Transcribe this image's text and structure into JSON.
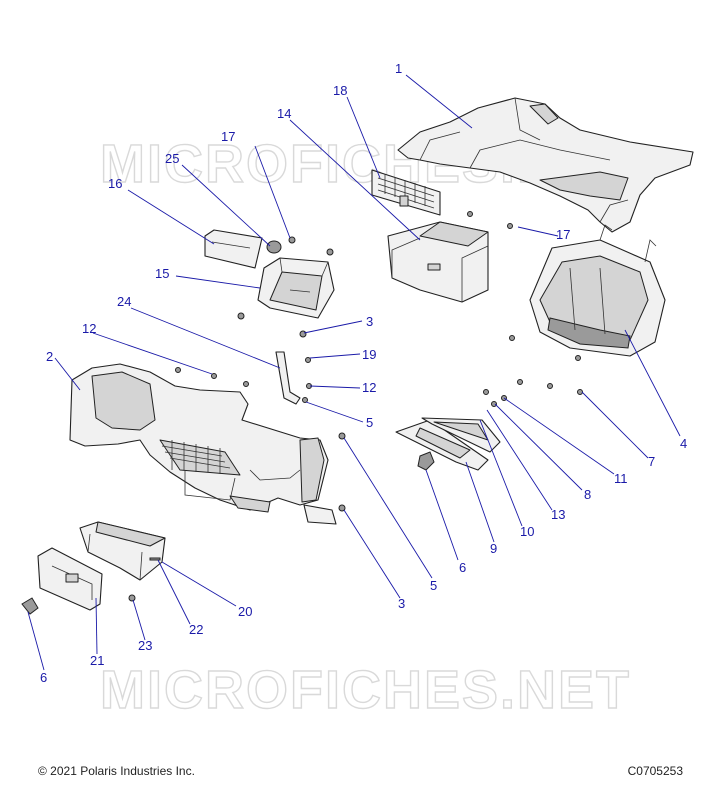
{
  "watermark": "MICROFICHES.NET",
  "footer": {
    "copyright": "© 2021 Polaris Industries Inc.",
    "figure_code": "C0705253"
  },
  "callouts": [
    "1",
    "18",
    "14",
    "17",
    "25",
    "16",
    "17",
    "15",
    "24",
    "3",
    "12",
    "19",
    "12",
    "2",
    "5",
    "4",
    "7",
    "11",
    "8",
    "13",
    "10",
    "9",
    "6",
    "5",
    "3",
    "20",
    "22",
    "23",
    "21",
    "6"
  ],
  "colors": {
    "callout": "#1a1aa8",
    "outline": "#222222",
    "fill": "#f1f1f1"
  }
}
